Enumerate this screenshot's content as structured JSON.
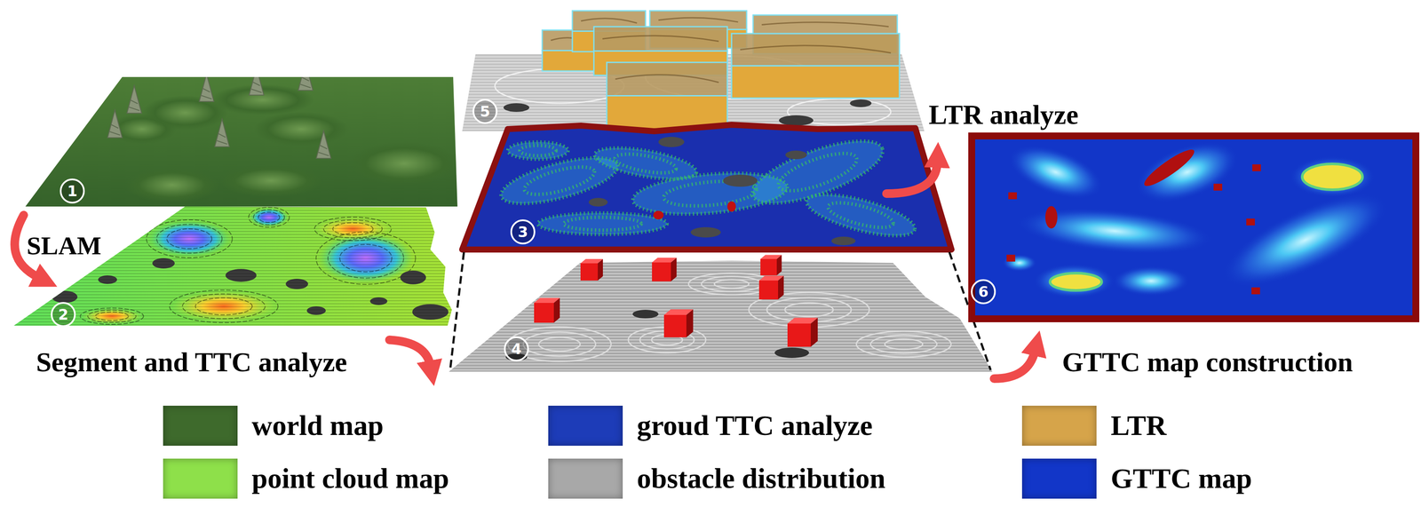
{
  "diagram": {
    "labels": [
      "1",
      "2",
      "3",
      "4",
      "5",
      "6",
      "SLAM",
      "Segment and TTC analyze",
      "LTR analyze",
      "GTTC map construction"
    ],
    "legend": [
      {
        "text": "world map",
        "color": "#3e6a2c"
      },
      {
        "text": "groud TTC analyze",
        "color": "#1d3cb8"
      },
      {
        "text": "LTR",
        "color": "#d6a44a"
      },
      {
        "text": "point cloud map",
        "color": "#8ee04a"
      },
      {
        "text": "obstacle distribution",
        "color": "#a8a8a8"
      },
      {
        "text": "GTTC map",
        "color": "#1236c8"
      }
    ]
  }
}
